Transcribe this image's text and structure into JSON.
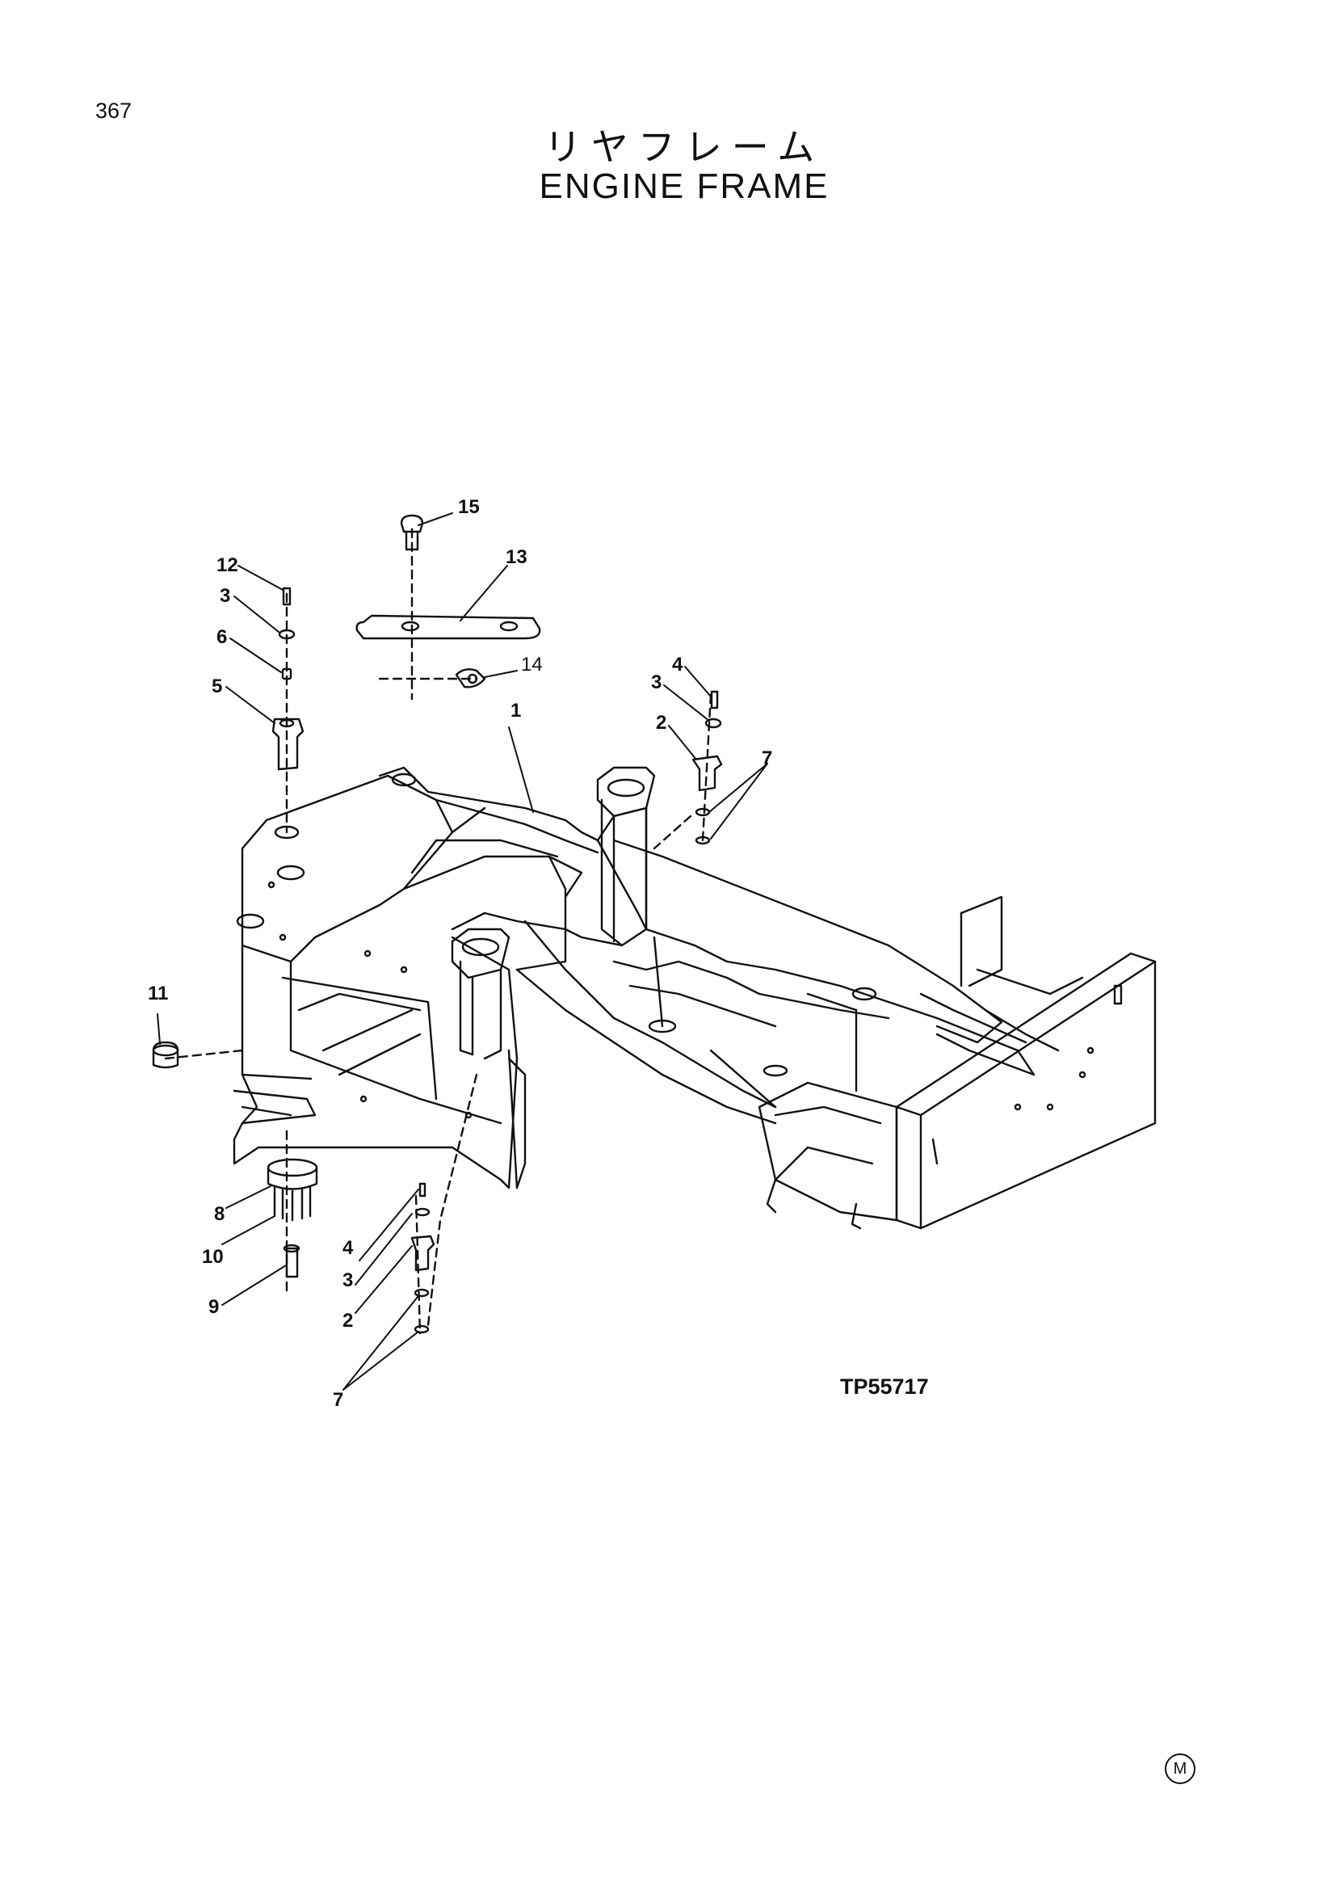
{
  "page_number": "367",
  "title_jp": "リヤフレーム",
  "title_en": "ENGINE  FRAME",
  "drawing_code": "TP55717",
  "corner_mark": "M",
  "callouts": {
    "c1": "1",
    "c2a": "2",
    "c2b": "2",
    "c3a": "3",
    "c3b": "3",
    "c3c": "3",
    "c4a": "4",
    "c4b": "4",
    "c5": "5",
    "c6": "6",
    "c7a": "7",
    "c7b": "7",
    "c8": "8",
    "c9": "9",
    "c10": "10",
    "c11": "11",
    "c12": "12",
    "c13": "13",
    "c14": "14",
    "c15": "15"
  }
}
